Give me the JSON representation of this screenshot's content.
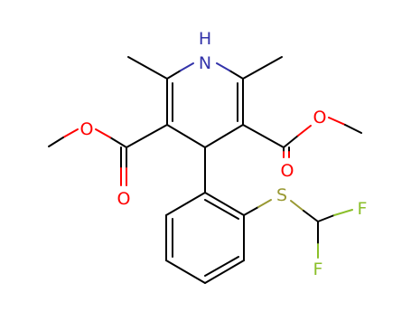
{
  "molecule": {
    "atom_labels": {
      "nh": "H",
      "n": "N",
      "o1": "O",
      "o2": "O",
      "o3": "O",
      "o4": "O",
      "s": "S",
      "f1": "F",
      "f2": "F"
    }
  },
  "colors": {
    "bond": "#000000",
    "oxygen": "#ff0000",
    "nitrogen": "#3333aa",
    "sulfur": "#999933",
    "fluorine": "#8bbf2a",
    "background": "#ffffff"
  }
}
